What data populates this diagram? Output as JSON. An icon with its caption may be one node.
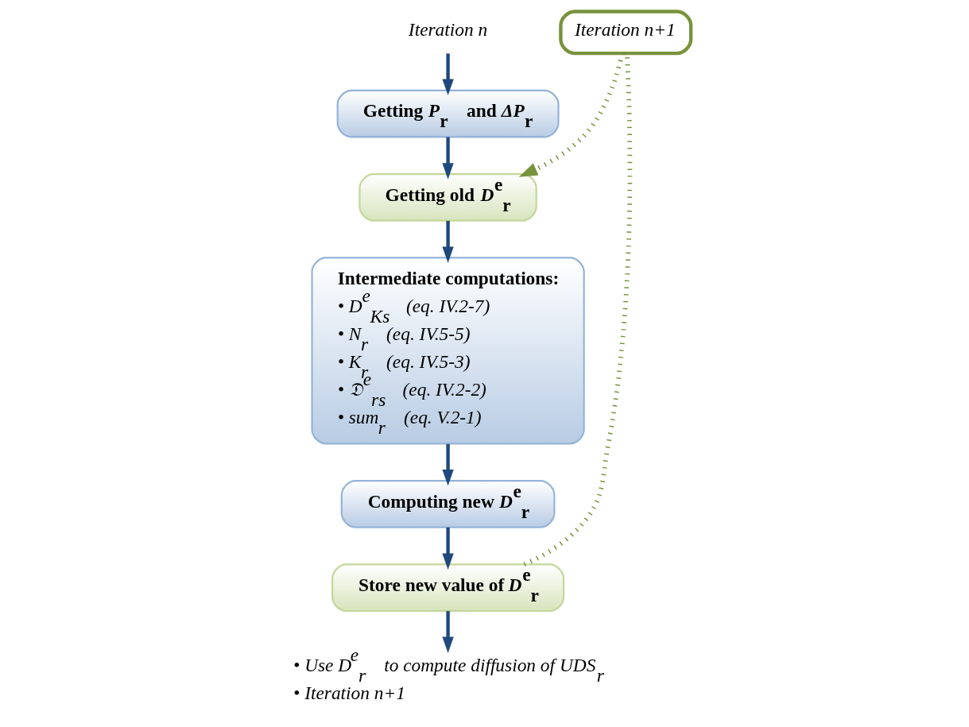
{
  "diagram": {
    "nodes": [
      {
        "text": [
          "Iteration n"
        ]
      },
      {
        "text": [
          "Getting *P*$_{r}$ and *ΔP*$_{r}$"
        ]
      },
      {
        "text": [
          "Getting old *D*$^{e}$$_{r}$"
        ]
      },
      {
        "text": [
          "Intermediate computations:",
          "• D$^{e}$$_{Ks}$ (eq. IV.2-7)",
          "• N$_{r}$ (eq. IV.5-5)",
          "• K$_{r}$ (eq. IV.5-3)",
          "• 𝔇$^{e}$$_{rs}$ (eq. IV.2-2)",
          "• sum$_{r}$ (eq. V.2-1)"
        ]
      },
      {
        "text": [
          "Computing new *D*$^{e}$$_{r}$"
        ]
      },
      {
        "text": [
          "Store new value of *D*$^{e}$$_{r}$"
        ]
      },
      {
        "text": [
          "Iteration n+1"
        ]
      },
      {
        "text": [
          "• Use D$^{e}$$_{r}$ to compute diffusion of UDS$_{r}$",
          "• Iteration n+1"
        ]
      }
    ],
    "edges": [
      {
        "from": 0,
        "to": 1,
        "arrow": "to"
      },
      {
        "from": 1,
        "to": 2,
        "arrow": "to"
      },
      {
        "from": 2,
        "to": 3,
        "arrow": "to"
      },
      {
        "from": 3,
        "to": 4,
        "arrow": "to"
      },
      {
        "from": 4,
        "to": 5,
        "arrow": "to"
      },
      {
        "from": 5,
        "to": 7,
        "arrow": "to"
      },
      {
        "from": 5,
        "to": 6,
        "arrow": "none",
        "style": "dashed",
        "color": "#77933c"
      },
      {
        "from": 6,
        "to": 2,
        "arrow": "to",
        "style": "dashed",
        "color": "#77933c"
      }
    ]
  }
}
